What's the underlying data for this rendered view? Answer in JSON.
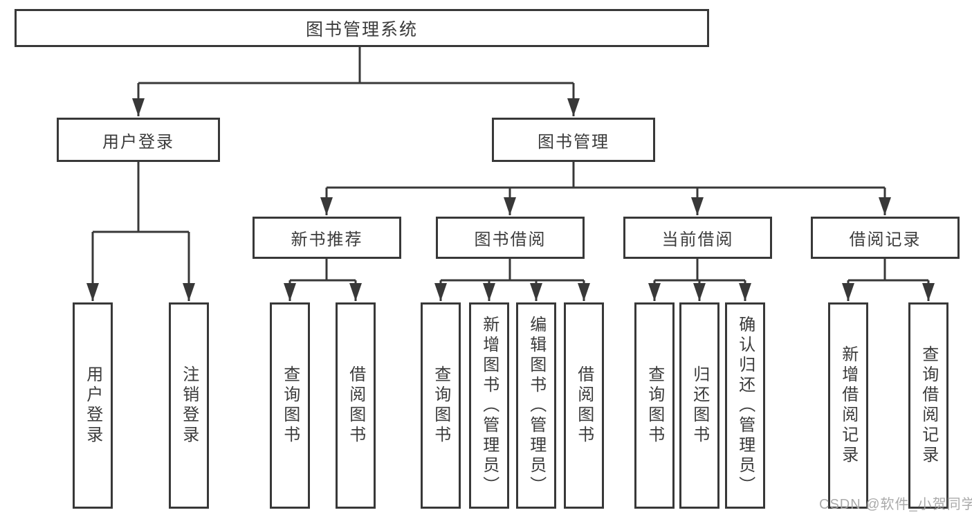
{
  "page": {
    "background": "#ffffff"
  },
  "colors": {
    "line": "#383838",
    "box_border": "#383838",
    "text": "#3b3b3b",
    "watermark": "#a5a5a5"
  },
  "tree": {
    "title": "图书管理系统",
    "children": [
      {
        "label": "用户登录",
        "children": [
          {
            "label": "用户登录"
          },
          {
            "label": "注销登录"
          }
        ]
      },
      {
        "label": "图书管理",
        "children": [
          {
            "label": "新书推荐",
            "children": [
              {
                "label": "查询图书"
              },
              {
                "label": "借阅图书"
              }
            ]
          },
          {
            "label": "图书借阅",
            "children": [
              {
                "label": "查询图书"
              },
              {
                "label": "新增图书（管理员）"
              },
              {
                "label": "编辑图书（管理员）"
              },
              {
                "label": "借阅图书"
              }
            ]
          },
          {
            "label": "当前借阅",
            "children": [
              {
                "label": "查询图书"
              },
              {
                "label": "归还图书"
              },
              {
                "label": "确认归还（管理员）"
              }
            ]
          },
          {
            "label": "借阅记录",
            "children": [
              {
                "label": "新增借阅记录"
              },
              {
                "label": "查询借阅记录"
              }
            ]
          }
        ]
      }
    ]
  },
  "watermark": {
    "text": "CSDN @软件_小贺同学"
  }
}
